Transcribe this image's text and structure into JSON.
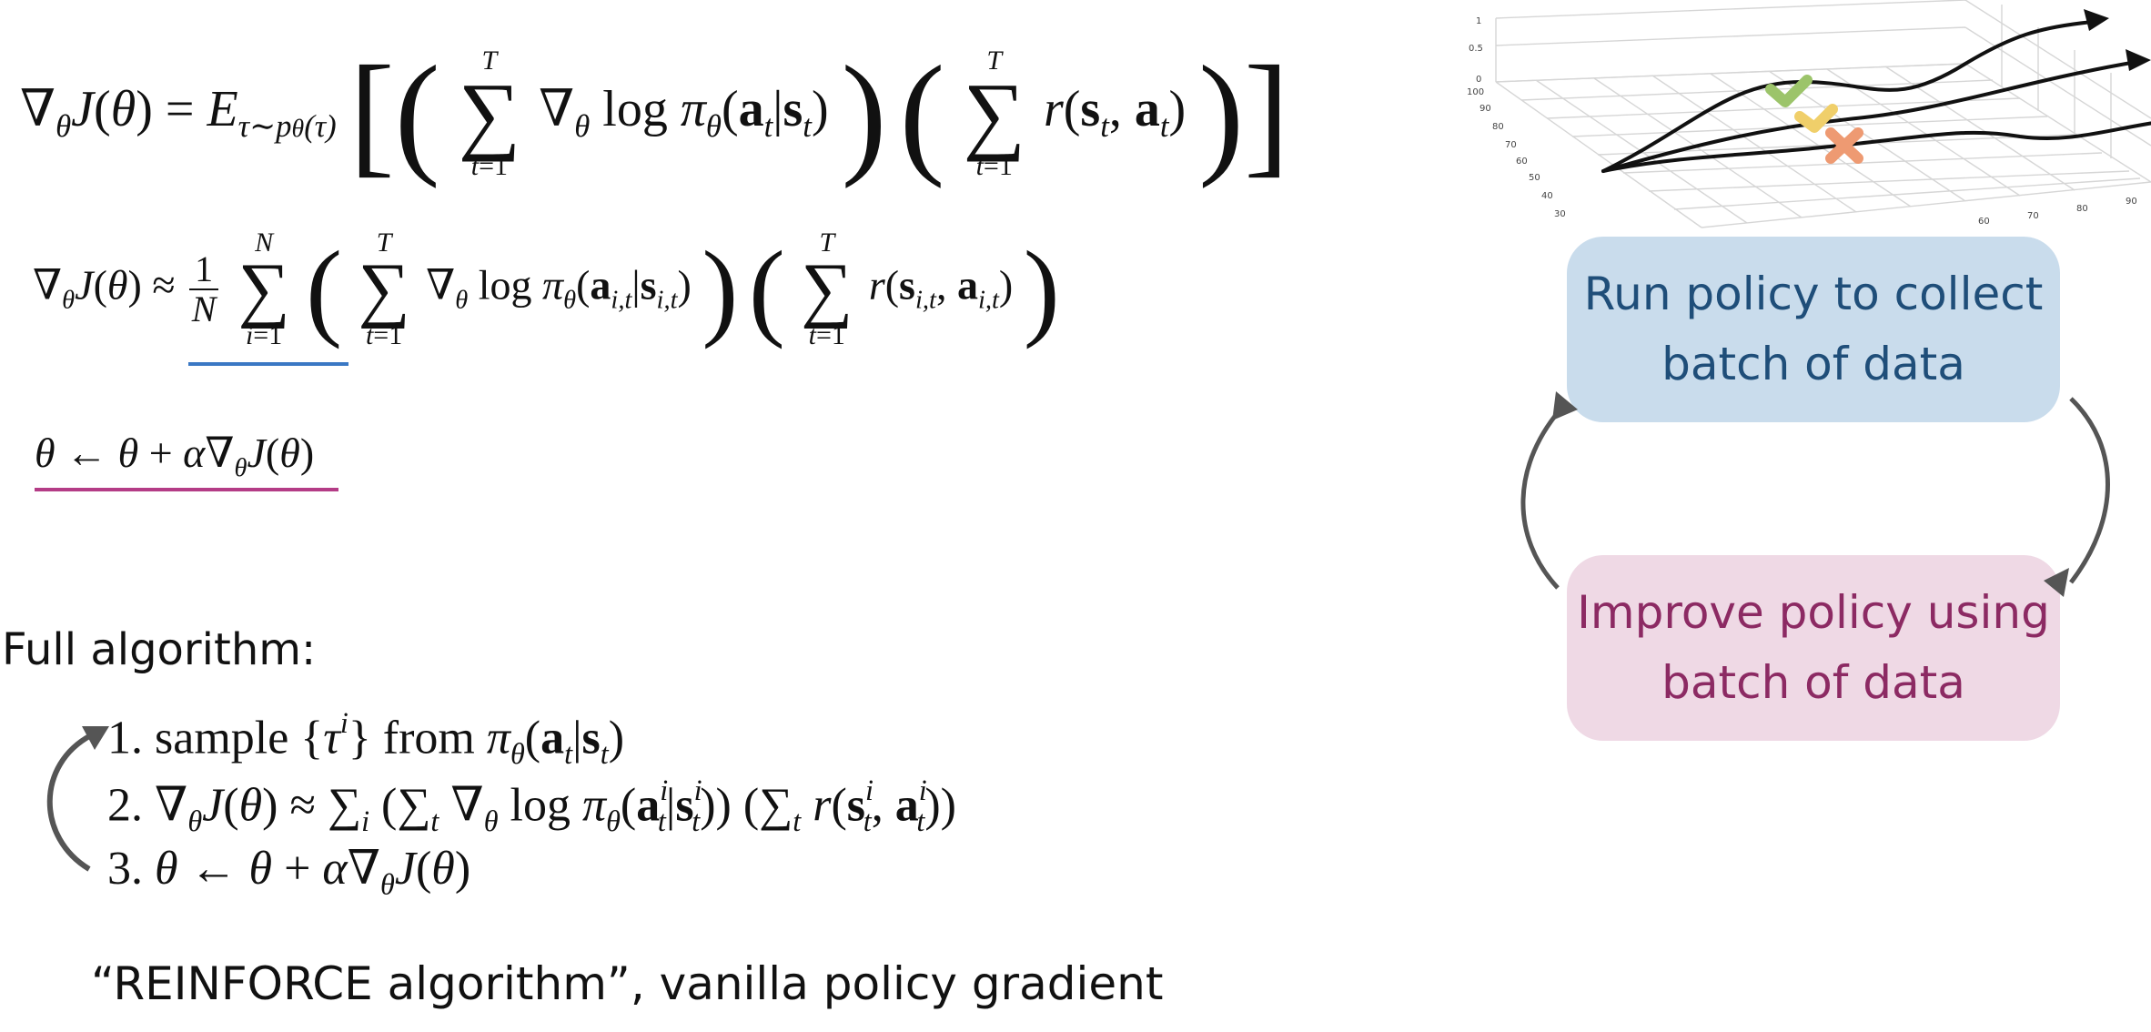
{
  "equations": {
    "gradient_full": {
      "lhs": "∇θJ(θ) = Eτ∼pθ(τ)",
      "log_term": "∇θ log πθ(at|st)",
      "reward_term": "r(st, at)",
      "sum_upper": "T",
      "sum_lower": "t=1"
    },
    "gradient_approx": {
      "lhs": "∇θJ(θ) ≈",
      "frac_num": "1",
      "frac_den": "N",
      "outer_sum_upper": "N",
      "outer_sum_lower": "i=1",
      "inner_sum_upper": "T",
      "inner_sum_lower": "t=1",
      "log_term": "∇θ log πθ(ai,t|si,t)",
      "reward_term": "r(si,t, ai,t)"
    },
    "update": "θ ← θ + α∇θJ(θ)"
  },
  "algorithm": {
    "heading": "Full algorithm:",
    "steps": [
      {
        "num": "1.",
        "text": "sample {τi} from πθ(at|st)"
      },
      {
        "num": "2.",
        "text": "∇θJ(θ) ≈ ∑i (∑t ∇θ log πθ(ait|sit)) (∑t r(sit, ait))"
      },
      {
        "num": "3.",
        "text": "θ ← θ + α∇θJ(θ)"
      }
    ],
    "caption": "“REINFORCE algorithm”, vanilla policy gradient"
  },
  "cycle": {
    "top_box": {
      "line1": "Run policy to collect",
      "line2": "batch of data"
    },
    "bottom_box": {
      "line1": "Improve policy using",
      "line2": "batch of data"
    }
  },
  "plot": {
    "z_ticks": [
      "1",
      "0.5",
      "0"
    ],
    "y_ticks": [
      "100",
      "90",
      "80",
      "70",
      "60",
      "50",
      "40",
      "30"
    ],
    "x_ticks": [
      "60",
      "70",
      "80",
      "90"
    ]
  },
  "colors": {
    "underline_blue": "#3a78c4",
    "underline_magenta": "#b43c86",
    "top_box_bg": "#c9dcec",
    "top_box_text": "#1f4e79",
    "bottom_box_bg": "#efd9e5",
    "bottom_box_text": "#8c2a63",
    "arrow": "#555555",
    "check_green": "#9cc46a",
    "check_yellow": "#f0cf6a",
    "cross_orange": "#ee9a72"
  }
}
